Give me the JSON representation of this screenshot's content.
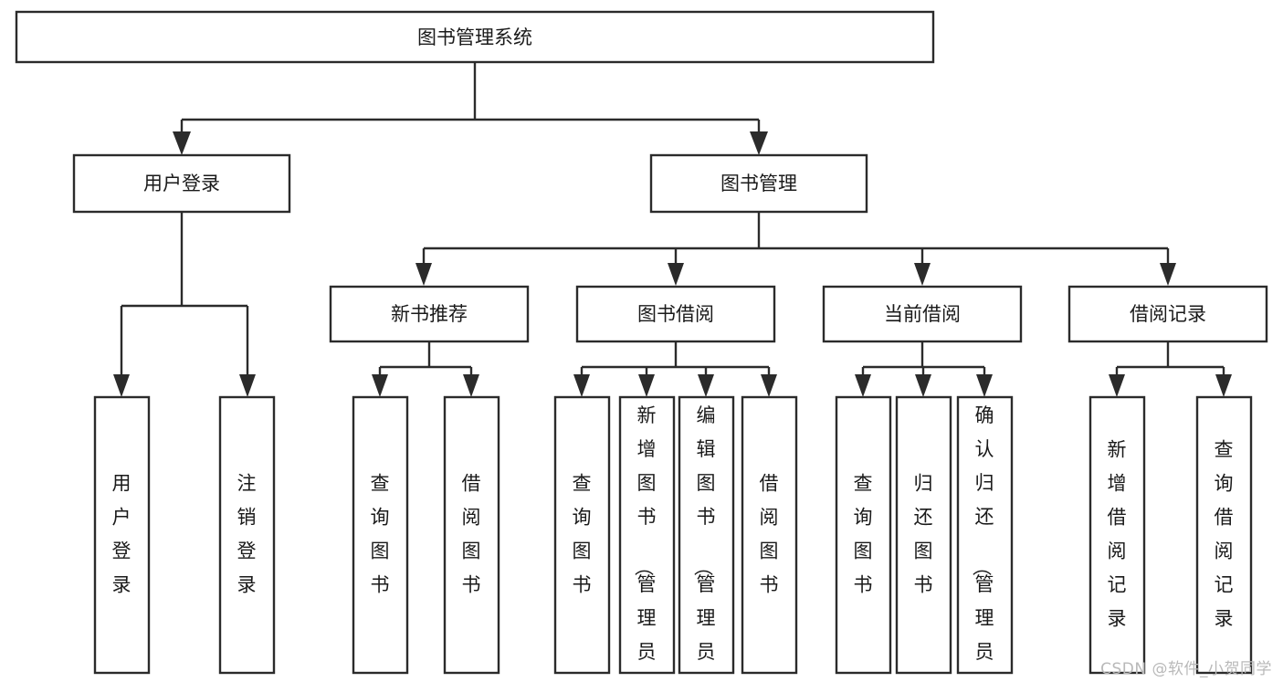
{
  "diagram": {
    "type": "tree",
    "title": "图书管理系统",
    "root": {
      "id": "root",
      "label": "图书管理系统"
    },
    "level2": [
      {
        "id": "user-login",
        "label": "用户登录"
      },
      {
        "id": "book-manage",
        "label": "图书管理"
      }
    ],
    "level3": [
      {
        "id": "new-book-recommend",
        "label": "新书推荐",
        "parent": "book-manage"
      },
      {
        "id": "book-borrow",
        "label": "图书借阅",
        "parent": "book-manage"
      },
      {
        "id": "current-borrow",
        "label": "当前借阅",
        "parent": "book-manage"
      },
      {
        "id": "borrow-record",
        "label": "借阅记录",
        "parent": "book-manage"
      }
    ],
    "leaves": [
      {
        "id": "leaf-user-login",
        "label": "用户登录",
        "parent": "user-login"
      },
      {
        "id": "leaf-user-logout",
        "label": "注销登录",
        "parent": "user-login"
      },
      {
        "id": "leaf-query-book-1",
        "label": "查询图书",
        "parent": "new-book-recommend"
      },
      {
        "id": "leaf-borrow-book-1",
        "label": "借阅图书",
        "parent": "new-book-recommend"
      },
      {
        "id": "leaf-query-book-2",
        "label": "查询图书",
        "parent": "book-borrow"
      },
      {
        "id": "leaf-add-book",
        "label": "新增图书（管理员）",
        "parent": "book-borrow"
      },
      {
        "id": "leaf-edit-book",
        "label": "编辑图书（管理员）",
        "parent": "book-borrow"
      },
      {
        "id": "leaf-borrow-book-2",
        "label": "借阅图书",
        "parent": "book-borrow"
      },
      {
        "id": "leaf-query-book-3",
        "label": "查询图书",
        "parent": "current-borrow"
      },
      {
        "id": "leaf-return-book",
        "label": "归还图书",
        "parent": "current-borrow"
      },
      {
        "id": "leaf-confirm-return",
        "label": "确认归还（管理员）",
        "parent": "current-borrow"
      },
      {
        "id": "leaf-add-record",
        "label": "新增借阅记录",
        "parent": "borrow-record"
      },
      {
        "id": "leaf-query-record",
        "label": "查询借阅记录",
        "parent": "borrow-record"
      }
    ],
    "colors": {
      "stroke": "#2b2b2b",
      "fill": "#ffffff",
      "text": "#1a1a1a",
      "watermark": "#b9b9b9"
    }
  },
  "watermark": {
    "text": "CSDN @软件_小贺同学"
  }
}
